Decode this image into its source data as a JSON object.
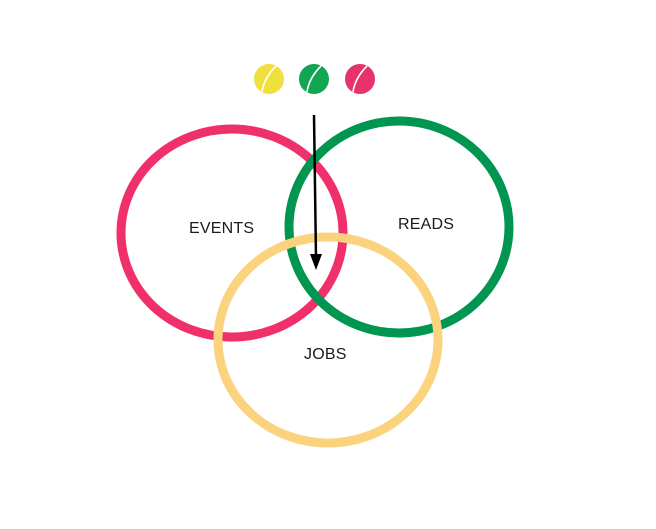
{
  "colors": {
    "events": "#f0306a",
    "reads": "#009550",
    "jobs": "#fbd27e",
    "arrow": "#000000",
    "dot_yellow": "#f0e03c",
    "dot_green": "#12a552",
    "dot_pink": "#e8326c"
  },
  "dots": [
    {
      "name": "yellow-dot-icon",
      "color_key": "dot_yellow"
    },
    {
      "name": "green-dot-icon",
      "color_key": "dot_green"
    },
    {
      "name": "pink-dot-icon",
      "color_key": "dot_pink"
    }
  ],
  "circles": {
    "events": {
      "label": "EVENTS"
    },
    "reads": {
      "label": "READS"
    },
    "jobs": {
      "label": "JOBS"
    }
  }
}
